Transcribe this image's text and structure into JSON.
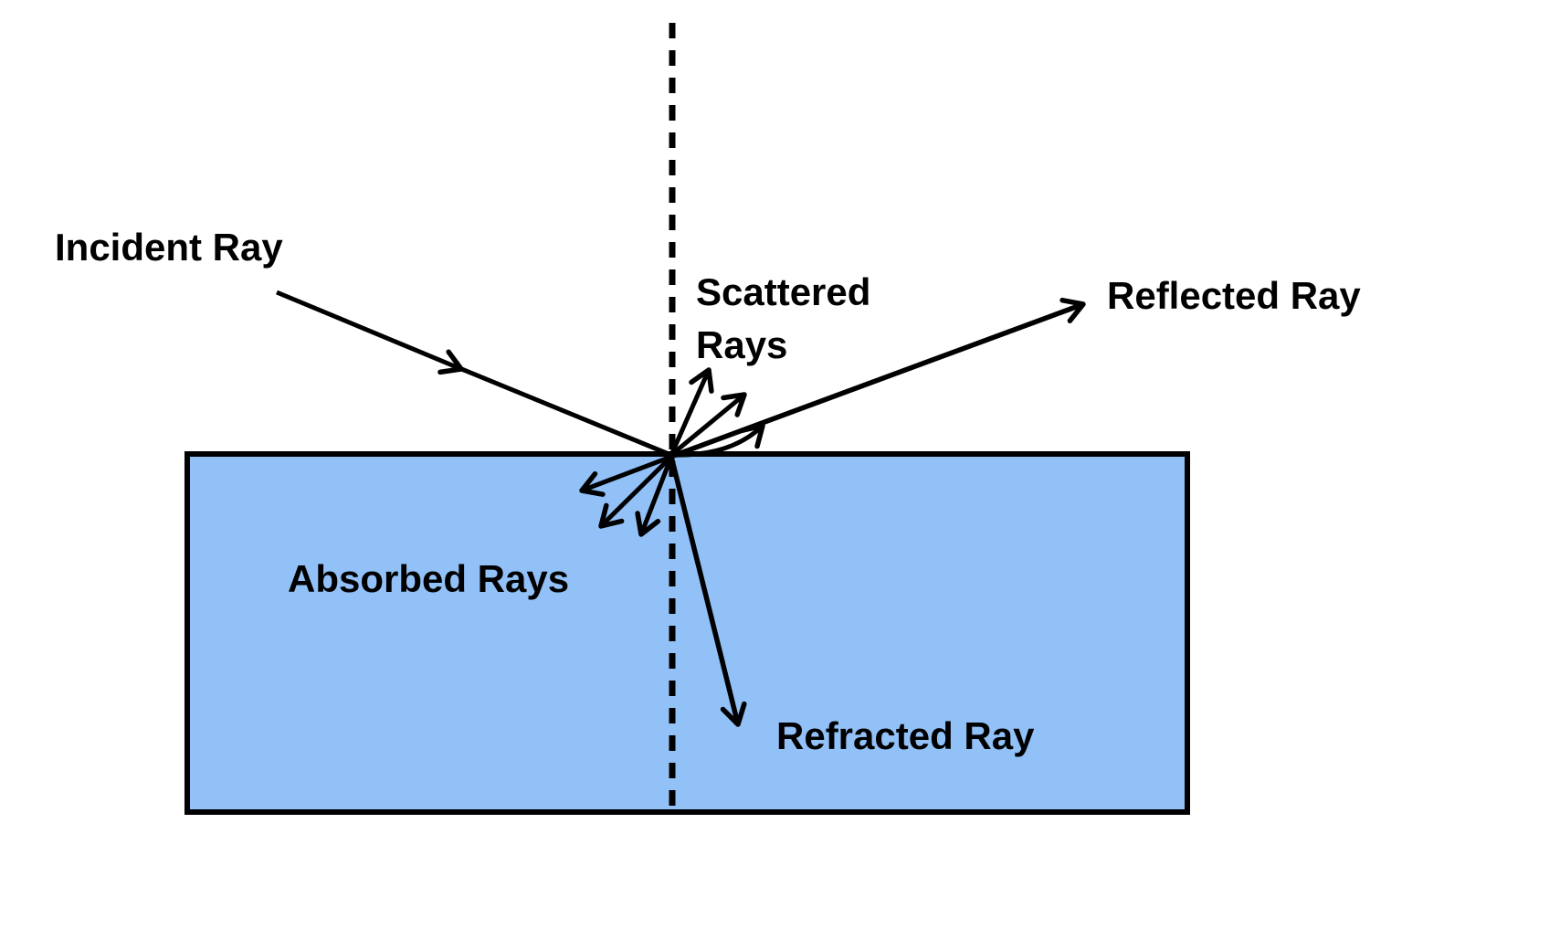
{
  "diagram": {
    "type": "physics-ray-diagram",
    "labels": {
      "incident": "Incident Ray",
      "scattered_line1": "Scattered",
      "scattered_line2": "Rays",
      "reflected": "Reflected Ray",
      "absorbed": "Absorbed Rays",
      "refracted": "Refracted Ray"
    },
    "colors": {
      "medium_fill": "#92C1F8",
      "stroke": "#000000",
      "background": "#FFFFFF"
    }
  }
}
